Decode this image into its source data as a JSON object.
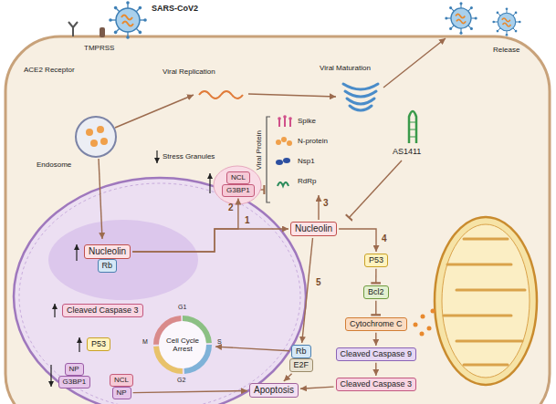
{
  "diagram": {
    "nodes": [
      {
        "text": [
          "NCL"
        ]
      },
      {
        "text": [
          "G3BP1"
        ]
      },
      {
        "text": [
          "Nucleolin"
        ]
      },
      {
        "text": [
          "Nucleolin"
        ]
      },
      {
        "text": [
          "Rb"
        ]
      },
      {
        "text": [
          "P53"
        ]
      },
      {
        "text": [
          "Bcl2"
        ]
      },
      {
        "text": [
          "Cleaved Caspase 3"
        ]
      },
      {
        "text": [
          "Cytochrome C"
        ]
      },
      {
        "text": [
          "P53"
        ]
      },
      {
        "text": [
          "Rb"
        ]
      },
      {
        "text": [
          "Cell Cycle Arrest"
        ]
      },
      {
        "text": [
          "Cleaved Caspase 9"
        ]
      },
      {
        "text": [
          "E2F"
        ]
      },
      {
        "text": [
          "NP"
        ]
      },
      {
        "text": [
          "G3BP1"
        ]
      },
      {
        "text": [
          "NCL"
        ]
      },
      {
        "text": [
          "NP"
        ]
      },
      {
        "text": [
          "Apoptosis"
        ]
      },
      {
        "text": [
          "Cleaved Caspase 3"
        ]
      }
    ],
    "edges": [
      {
        "from": 3,
        "to": 2,
        "label": "1",
        "arrow": "to"
      },
      {
        "from": 3,
        "to": 1,
        "label": "2",
        "arrow": "to"
      },
      {
        "from": 2,
        "to": 5,
        "label": "4",
        "arrow": "to"
      },
      {
        "from": 5,
        "to": 6,
        "arrow": "to"
      },
      {
        "from": 6,
        "to": 8,
        "arrow": "to"
      },
      {
        "from": 8,
        "to": 12,
        "arrow": "to"
      },
      {
        "from": 12,
        "to": 19,
        "arrow": "to"
      },
      {
        "from": 2,
        "to": 10,
        "label": "5",
        "arrow": "to"
      },
      {
        "from": 10,
        "to": 11,
        "arrow": "to"
      },
      {
        "from": 13,
        "to": 18,
        "arrow": "to"
      },
      {
        "from": 19,
        "to": 18,
        "arrow": "to"
      },
      {
        "from": 17,
        "to": 18,
        "arrow": "to"
      }
    ],
    "labels": [
      "SARS-CoV2",
      "ACE2 Receptor",
      "TMPRSS",
      "Viral Replication",
      "Viral Maturation",
      "Release",
      "Endosome",
      "Stress Granules",
      "Viral Protein",
      "Spike",
      "N-protein",
      "Nsp1",
      "RdRp",
      "AS1411",
      "3",
      "G1",
      "S",
      "G2",
      "M"
    ]
  }
}
